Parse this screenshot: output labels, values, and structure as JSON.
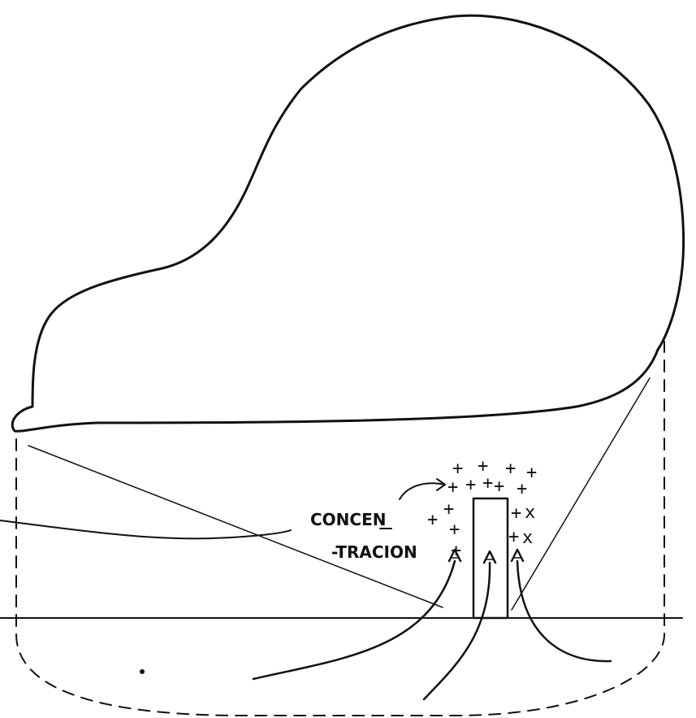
{
  "label": {
    "line1": "CONCEN",
    "line2": "-TRACION"
  },
  "charges": {
    "symbol": "+",
    "alt_symbol": "x"
  },
  "colors": {
    "ink": "#111111",
    "paper": "#ffffff"
  }
}
